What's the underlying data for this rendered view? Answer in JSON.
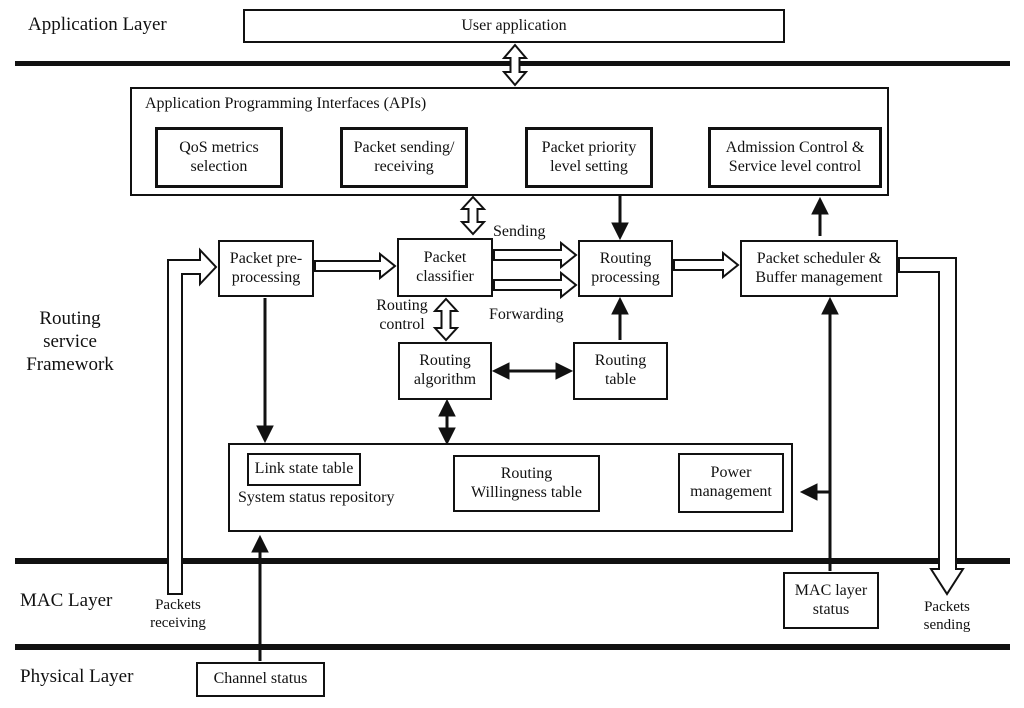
{
  "layers": {
    "application": "Application Layer",
    "routing_framework": "Routing\nservice\nFramework",
    "mac": "MAC Layer",
    "physical": "Physical Layer"
  },
  "boxes": {
    "user_application": "User application",
    "apis_title": "Application Programming Interfaces (APIs)",
    "qos_metrics": "QoS metrics\nselection",
    "packet_sending_receiving": "Packet sending/\nreceiving",
    "packet_priority": "Packet priority\nlevel setting",
    "admission_control": "Admission Control &\nService level control",
    "packet_preprocessing": "Packet pre-\nprocessing",
    "packet_classifier": "Packet\nclassifier",
    "routing_processing": "Routing\nprocessing",
    "packet_scheduler": "Packet scheduler &\nBuffer management",
    "routing_algorithm": "Routing\nalgorithm",
    "routing_table": "Routing\ntable",
    "repository_title": "System status repository",
    "link_state_table": "Link state table",
    "routing_willingness": "Routing\nWillingness table",
    "power_management": "Power\nmanagement",
    "mac_layer_status": "MAC layer\nstatus",
    "channel_status": "Channel status"
  },
  "flow_labels": {
    "sending": "Sending",
    "forwarding": "Forwarding",
    "routing_control": "Routing\ncontrol",
    "packets_receiving": "Packets\nreceiving",
    "packets_sending": "Packets\nsending"
  },
  "colors": {
    "ink": "#111111",
    "background": "#ffffff"
  }
}
